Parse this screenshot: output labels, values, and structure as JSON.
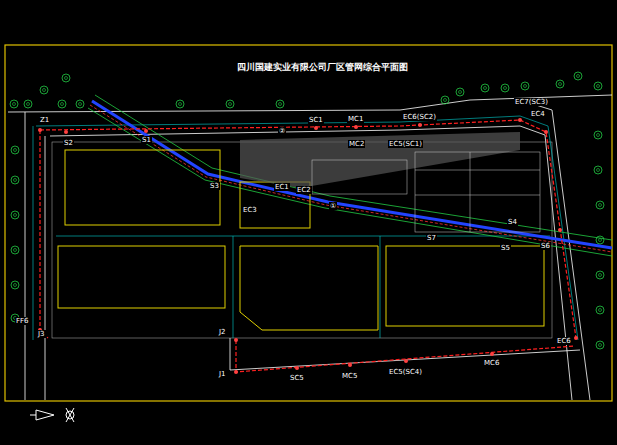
{
  "diagram": {
    "title": "四川国建实业有限公司厂区管网综合平面图",
    "labels": [
      "Z1",
      "S2",
      "S1",
      "②",
      "SC1",
      "MC1",
      "EC6(SC2)",
      "EC7(SC3)",
      "EC4",
      "MC2",
      "EC5(SC1)",
      "S3",
      "EC1",
      "EC2",
      "EC3",
      "①",
      "S7",
      "S4",
      "S5",
      "S6",
      "FF6",
      "J3",
      "J2",
      "J1",
      "SC5",
      "MC5",
      "EC5(SC4)",
      "MC6",
      "EC6"
    ]
  }
}
